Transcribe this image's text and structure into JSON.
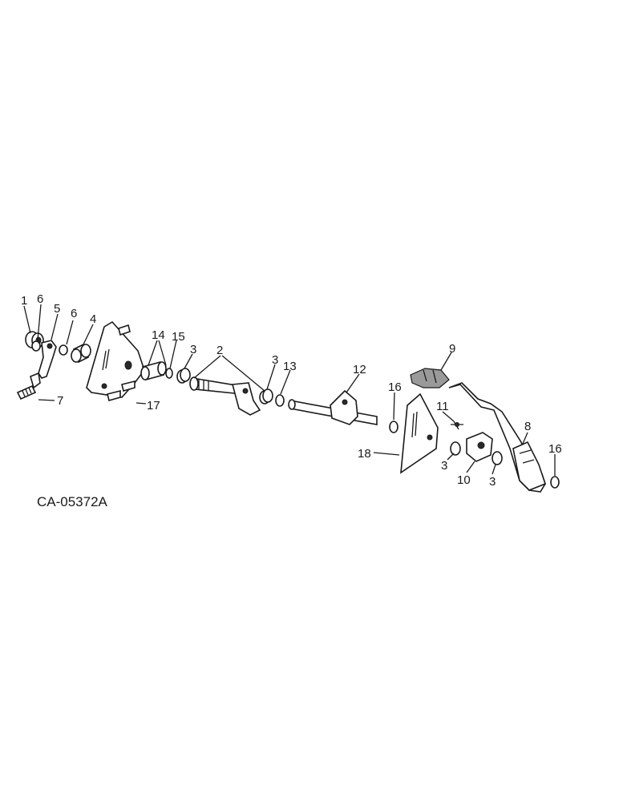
{
  "diagram": {
    "drawing_code": "CA-05372A",
    "callouts": [
      "1",
      "6",
      "5",
      "6",
      "4",
      "7",
      "17",
      "14",
      "15",
      "3",
      "2",
      "3",
      "13",
      "12",
      "9",
      "16",
      "11",
      "8",
      "16",
      "18",
      "3",
      "10",
      "3"
    ]
  }
}
